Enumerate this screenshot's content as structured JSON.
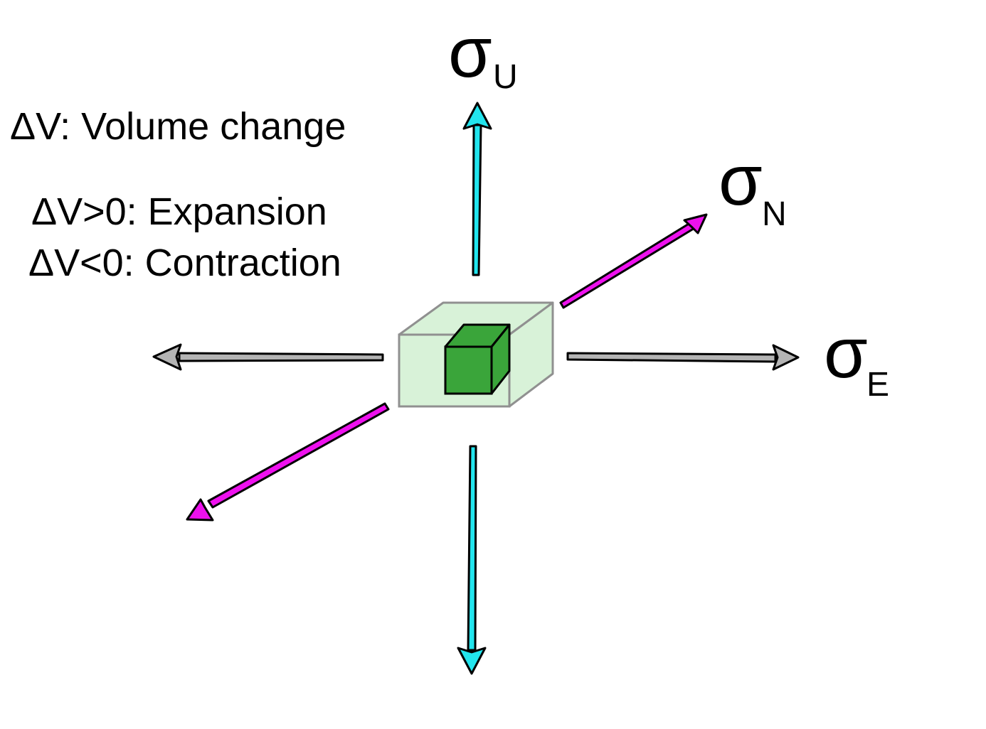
{
  "legend": {
    "title": "ΔV: Volume change",
    "expansion": "ΔV>0: Expansion",
    "contraction": "ΔV<0: Contraction"
  },
  "axes": {
    "up": {
      "symbol": "σ",
      "subscript": "U",
      "color": "#22e5ee"
    },
    "north": {
      "symbol": "σ",
      "subscript": "N",
      "color": "#ee11ee"
    },
    "east": {
      "symbol": "σ",
      "subscript": "E",
      "color": "#b4b4b4"
    }
  },
  "cube": {
    "outer_fill": "#d4f1d4",
    "inner_fill": "#3aa53a"
  }
}
